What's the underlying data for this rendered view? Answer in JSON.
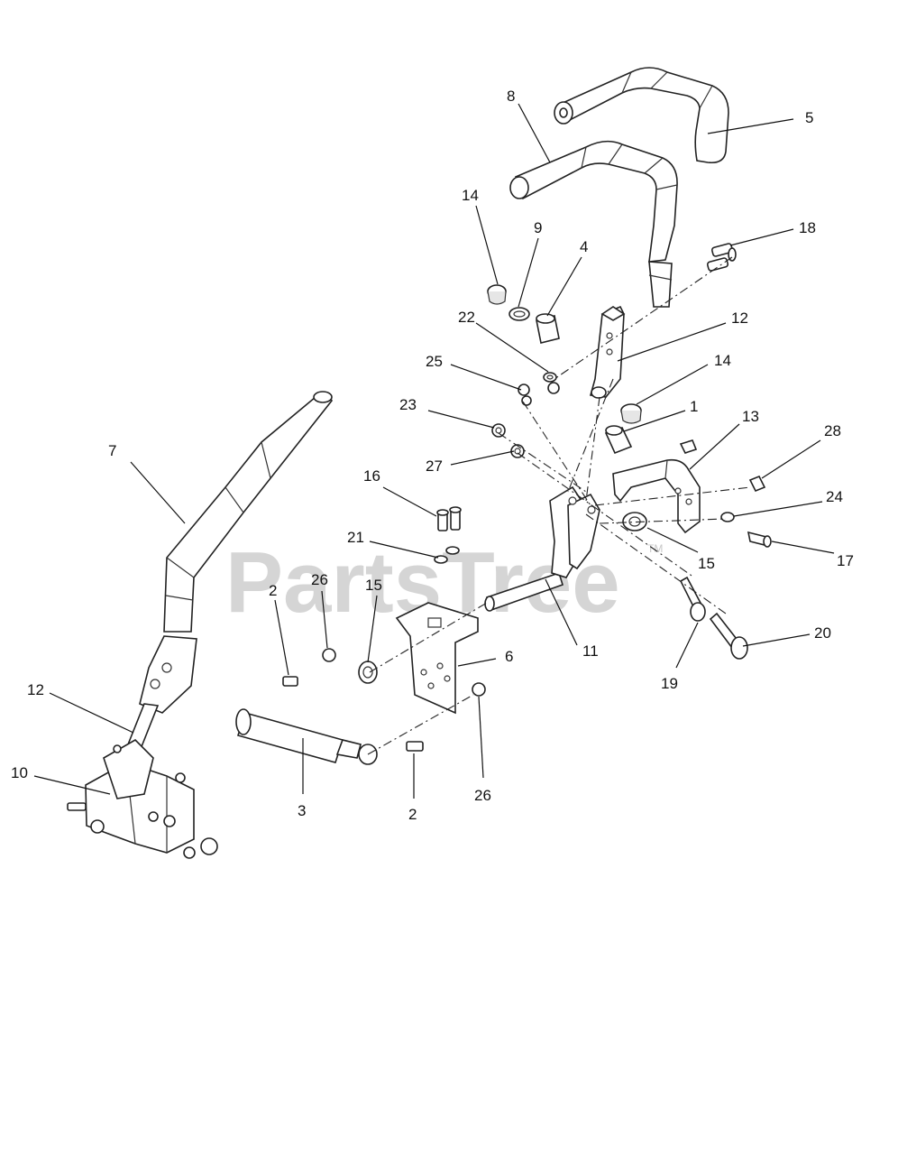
{
  "watermark": {
    "text": "PartsTree",
    "trademark": "TM"
  },
  "labels": [
    {
      "id": "l5",
      "text": "5"
    },
    {
      "id": "l8",
      "text": "8"
    },
    {
      "id": "l18",
      "text": "18"
    },
    {
      "id": "l14a",
      "text": "14"
    },
    {
      "id": "l9",
      "text": "9"
    },
    {
      "id": "l4",
      "text": "4"
    },
    {
      "id": "l12a",
      "text": "12"
    },
    {
      "id": "l22",
      "text": "22"
    },
    {
      "id": "l25",
      "text": "25"
    },
    {
      "id": "l14b",
      "text": "14"
    },
    {
      "id": "l23",
      "text": "23"
    },
    {
      "id": "l1",
      "text": "1"
    },
    {
      "id": "l13",
      "text": "13"
    },
    {
      "id": "l7",
      "text": "7"
    },
    {
      "id": "l28",
      "text": "28"
    },
    {
      "id": "l27",
      "text": "27"
    },
    {
      "id": "l16",
      "text": "16"
    },
    {
      "id": "l24",
      "text": "24"
    },
    {
      "id": "l21",
      "text": "21"
    },
    {
      "id": "l15a",
      "text": "15"
    },
    {
      "id": "l17",
      "text": "17"
    },
    {
      "id": "l2a",
      "text": "2"
    },
    {
      "id": "l26a",
      "text": "26"
    },
    {
      "id": "l15b",
      "text": "15"
    },
    {
      "id": "l20",
      "text": "20"
    },
    {
      "id": "l11",
      "text": "11"
    },
    {
      "id": "l6",
      "text": "6"
    },
    {
      "id": "l19",
      "text": "19"
    },
    {
      "id": "l12b",
      "text": "12"
    },
    {
      "id": "l10",
      "text": "10"
    },
    {
      "id": "l3",
      "text": "3"
    },
    {
      "id": "l2b",
      "text": "2"
    },
    {
      "id": "l26b",
      "text": "26"
    }
  ]
}
